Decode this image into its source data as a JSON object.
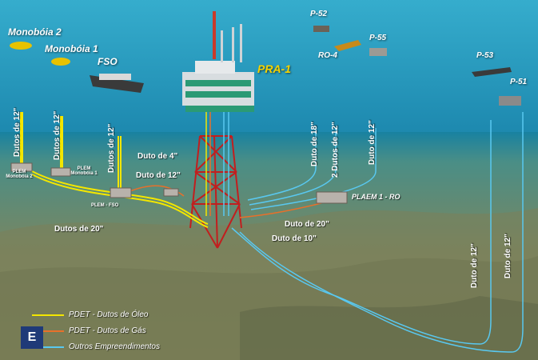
{
  "platform": {
    "name": "PRA-1"
  },
  "vessels": {
    "monoboia2": "Monobóia 2",
    "monoboia1": "Monobóia 1",
    "fso": "FSO",
    "p52": "P-52",
    "p55": "P-55",
    "ro4": "RO-4",
    "p53": "P-53",
    "p51": "P-51"
  },
  "pipelines": {
    "dutos12_a": "Dutos de 12\"",
    "dutos12_b": "Dutos de 12\"",
    "dutos12_c": "Dutos de 12\"",
    "duto18": "Duto de 18\"",
    "dutos2_12": "2 Dutos de 12\"",
    "duto12_d": "Duto de 12\"",
    "duto4": "Duto de 4\"",
    "duto12_e": "Duto de 12\"",
    "dutos20": "Dutos de 20\"",
    "duto20": "Duto de 20\"",
    "duto10": "Duto de 10\"",
    "duto12_f": "Duto de 12\"",
    "duto12_g": "Duto de 12\""
  },
  "manifolds": {
    "plem_mono2": "PLEM Monobóia 2",
    "plem_mono1": "PLEM Monobóia 1",
    "plem_fso": "PLEM - FSO",
    "plaem1": "PLAEM 1 - RO"
  },
  "legend": {
    "oil": "PDET - Dutos de Óleo",
    "gas": "PDET - Dutos de Gás",
    "other": "Outros Empreendimentos",
    "colors": {
      "oil": "#f3e600",
      "gas": "#e8702a",
      "other": "#59c8f0"
    }
  },
  "badge": "E"
}
